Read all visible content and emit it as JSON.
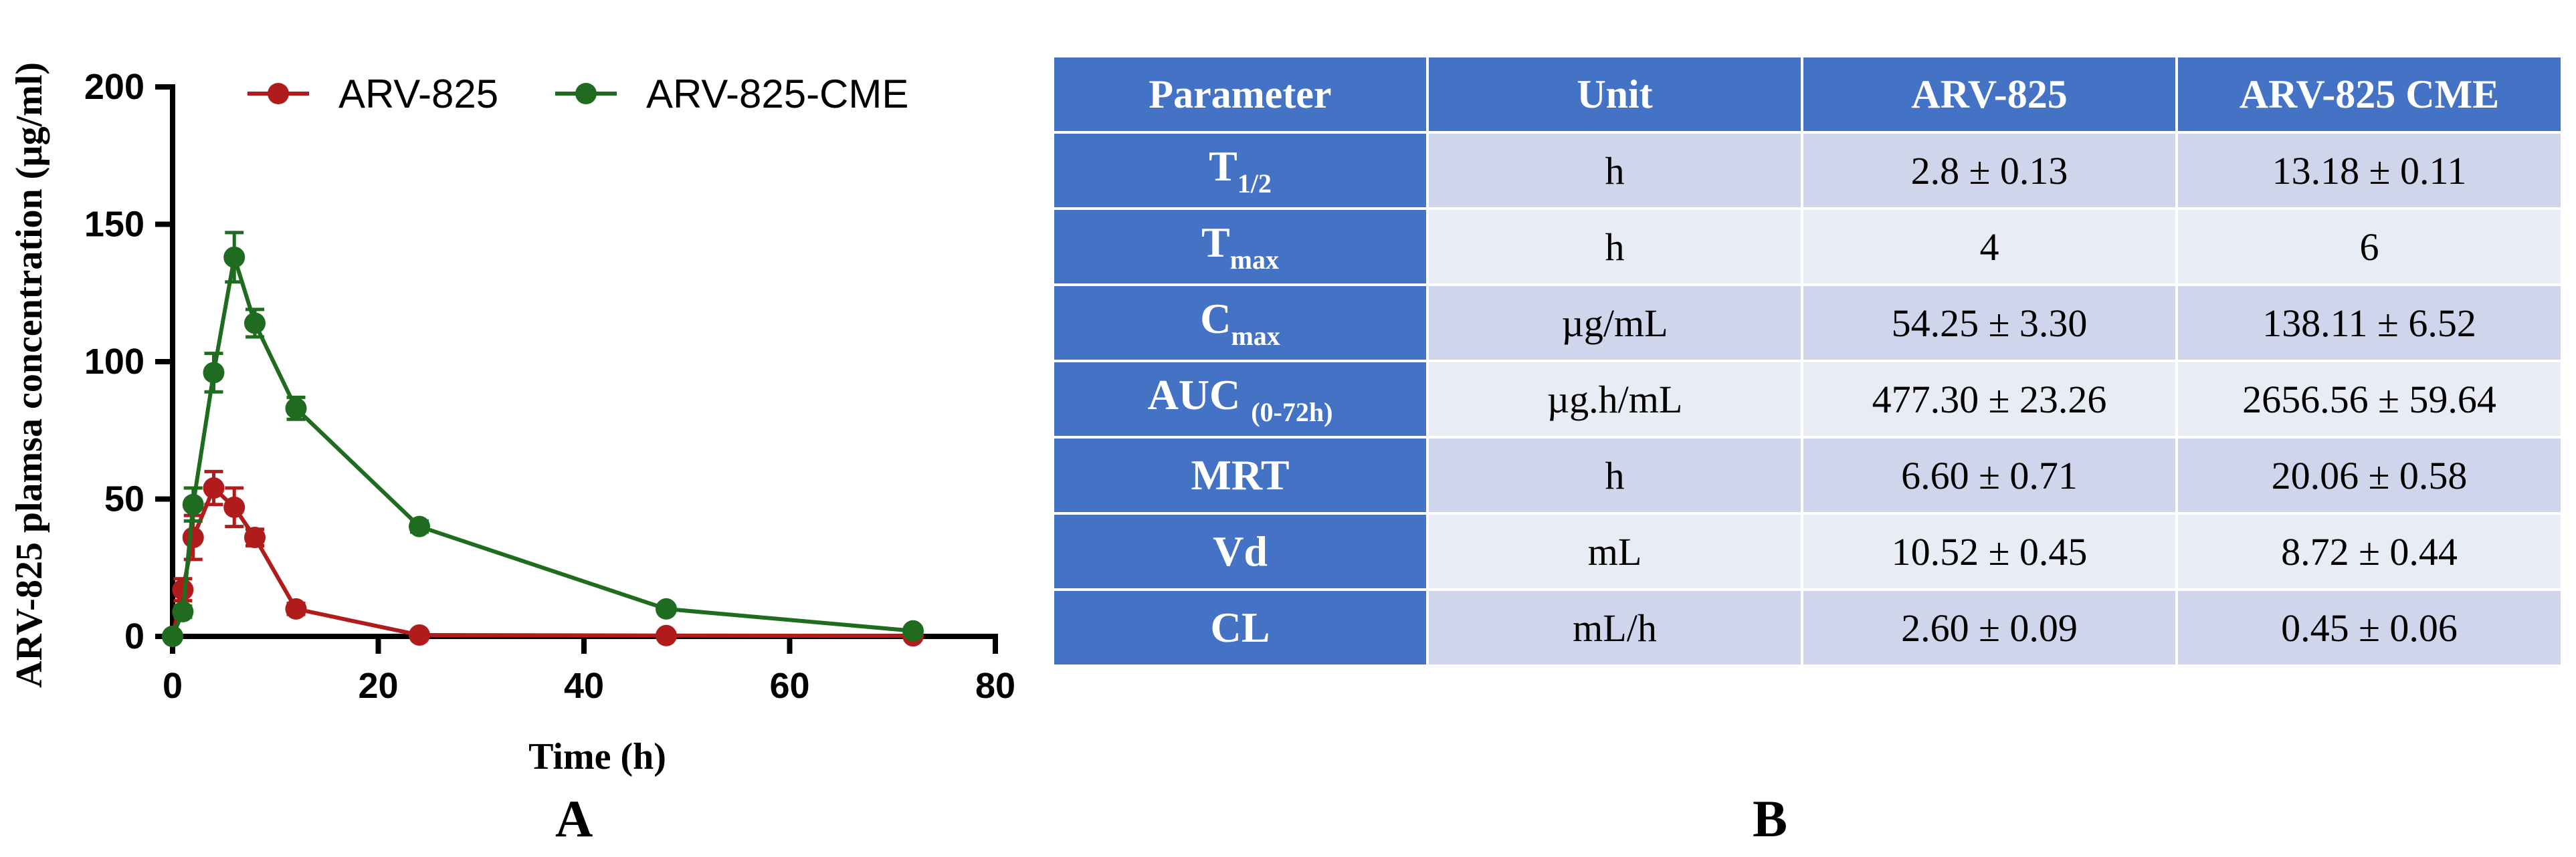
{
  "panel_a_label": "A",
  "panel_b_label": "B",
  "chart_data": {
    "type": "line",
    "xlabel": "Time (h)",
    "ylabel": "ARV-825 plamsa concentration (µg/ml)",
    "xlim": [
      0,
      80
    ],
    "ylim": [
      0,
      200
    ],
    "x_ticks": [
      0,
      20,
      40,
      60,
      80
    ],
    "y_ticks": [
      0,
      50,
      100,
      150,
      200
    ],
    "grid": false,
    "legend_position": "top",
    "series": [
      {
        "name": "ARV-825",
        "color": "#b01c1c",
        "x": [
          0,
          1,
          2,
          4,
          6,
          8,
          12,
          24,
          48,
          72
        ],
        "y": [
          0,
          17,
          36,
          54,
          47,
          36,
          10,
          0.5,
          0.3,
          0.2
        ],
        "err": [
          0,
          4,
          8,
          6,
          7,
          3,
          2,
          0,
          0,
          0
        ]
      },
      {
        "name": "ARV-825-CME",
        "color": "#1f6b1f",
        "x": [
          0,
          1,
          2,
          4,
          6,
          8,
          12,
          24,
          48,
          72
        ],
        "y": [
          0,
          9,
          48,
          96,
          138,
          114,
          83,
          40,
          10,
          2
        ],
        "err": [
          0,
          2,
          6,
          7,
          9,
          5,
          4,
          2,
          1,
          0.5
        ]
      }
    ]
  },
  "table": {
    "headers": [
      "Parameter",
      "Unit",
      "ARV-825",
      "ARV-825 CME"
    ],
    "rows": [
      {
        "param": "T",
        "sub": "1/2",
        "unit": "h",
        "arv": "2.8 ± 0.13",
        "cme": "13.18 ± 0.11"
      },
      {
        "param": "T",
        "sub": "max",
        "unit": "h",
        "arv": "4",
        "cme": "6"
      },
      {
        "param": "C",
        "sub": "max",
        "unit": "µg/mL",
        "arv": "54.25 ± 3.30",
        "cme": "138.11 ± 6.52"
      },
      {
        "param": "AUC ",
        "sub": "(0-72h)",
        "unit": "µg.h/mL",
        "arv": "477.30 ± 23.26",
        "cme": "2656.56 ± 59.64"
      },
      {
        "param": "MRT",
        "sub": "",
        "unit": "h",
        "arv": "6.60 ± 0.71",
        "cme": "20.06 ± 0.58"
      },
      {
        "param": "Vd",
        "sub": "",
        "unit": "mL",
        "arv": "10.52 ± 0.45",
        "cme": "8.72 ± 0.44"
      },
      {
        "param": "CL",
        "sub": "",
        "unit": "mL/h",
        "arv": "2.60 ± 0.09",
        "cme": "0.45 ± 0.06"
      }
    ]
  }
}
